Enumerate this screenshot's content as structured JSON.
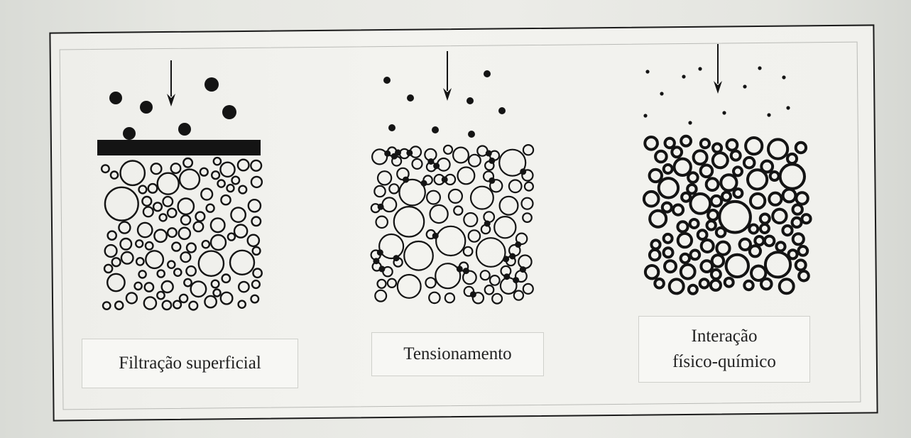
{
  "panels": [
    {
      "id": "filtration",
      "label_lines": [
        "Filtração superficial"
      ],
      "icon": "down-arrow-icon"
    },
    {
      "id": "tension",
      "label_lines": [
        "Tensionamento"
      ],
      "icon": "down-arrow-icon"
    },
    {
      "id": "interaction",
      "label_lines": [
        "Interação",
        "físico-químico"
      ],
      "icon": "down-arrow-icon"
    }
  ],
  "colors": {
    "ink": "#141414",
    "paper": "#f1f1ed",
    "label_bg": "#f7f7f4"
  }
}
